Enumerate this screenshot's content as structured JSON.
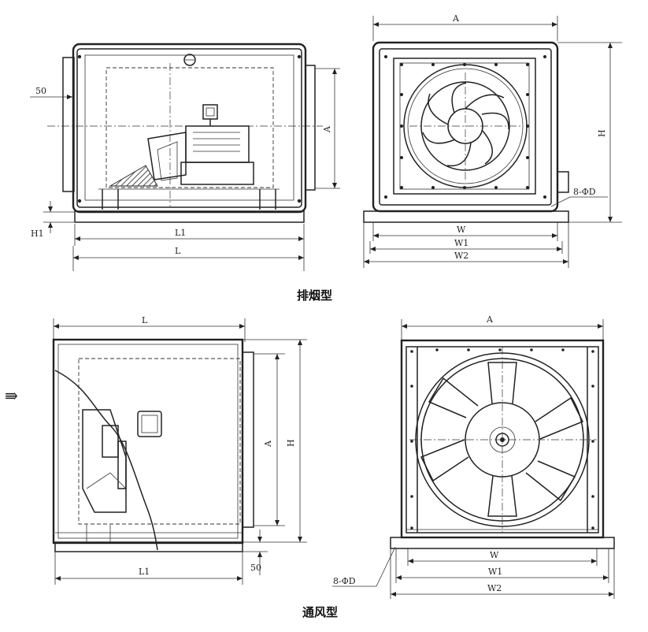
{
  "captions": {
    "smoke_exhaust": "排烟型",
    "ventilation": "通风型"
  },
  "labels": {
    "A": "A",
    "H": "H",
    "H1": "H1",
    "L": "L",
    "L1": "L1",
    "W": "W",
    "W1": "W1",
    "W2": "W2",
    "fifty": "50",
    "holes": "8-ΦD",
    "airflow_arrow": "⇛"
  }
}
